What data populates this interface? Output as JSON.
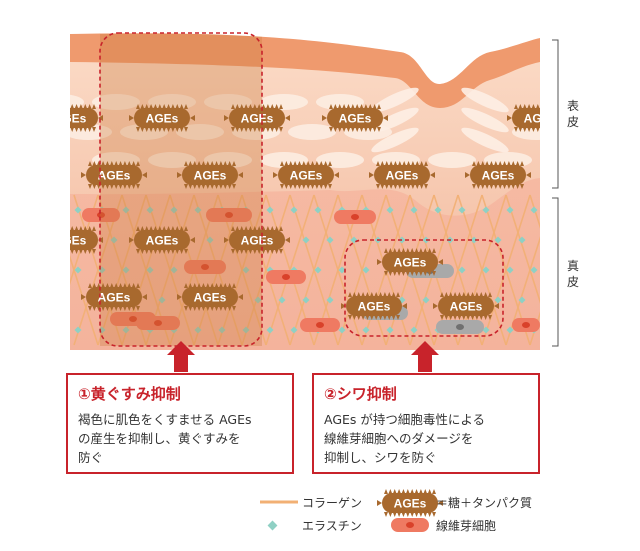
{
  "ages_label": "AGEs",
  "layers": {
    "epidermis": [
      "表",
      "皮"
    ],
    "dermis": [
      "真",
      "皮"
    ]
  },
  "callouts": [
    {
      "title": "①黄ぐすみ抑制",
      "body": [
        "褐色に肌色をくすませる AGEs",
        "の産生を抑制し、黄ぐすみを",
        "防ぐ"
      ]
    },
    {
      "title": "②シワ抑制",
      "body": [
        "AGEs が持つ細胞毒性による",
        "線維芽細胞へのダメージを",
        "抑制し、シワを防ぐ"
      ]
    }
  ],
  "legend": {
    "collagen": "コラーゲン",
    "elastin": "エラスチン",
    "ages_eq": "＝糖＋タンパク質",
    "fibroblast": "線維芽細胞"
  },
  "colors": {
    "accent_red": "#c8232b",
    "ages_brown": "#a8692e",
    "collagen": "#f2b074",
    "elastin": "#8fd0c4",
    "fibroblast": "#ef7a62",
    "damaged_cell": "#a9a9a9"
  }
}
